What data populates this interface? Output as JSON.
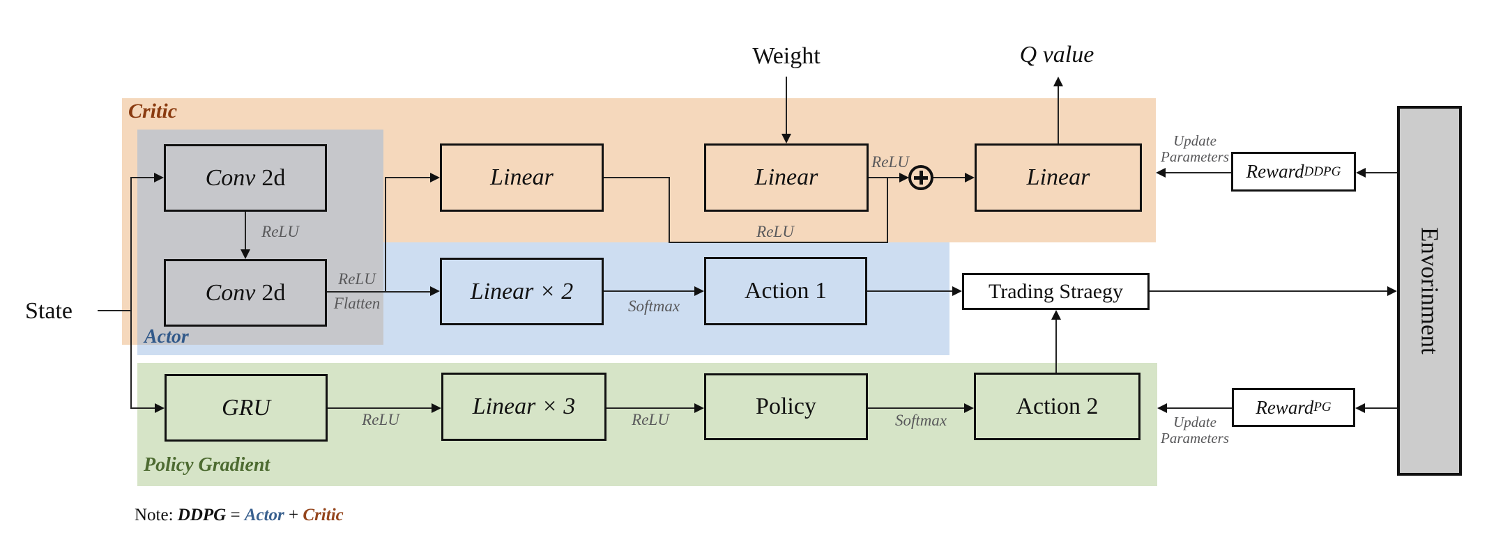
{
  "labels": {
    "weight": "Weight",
    "q_value": "Q value",
    "state": "State"
  },
  "regions": {
    "critic": {
      "label": "Critic",
      "color": "#f5d8bc",
      "label_color": "#8a3b10"
    },
    "actor": {
      "label": "Actor",
      "color": "#cdddf1",
      "label_color": "#31598a"
    },
    "policy_gradient": {
      "label": "Policy Gradient",
      "color": "#d6e4c7",
      "label_color": "#4d6b31"
    },
    "actor_net_background": {
      "color": "#c6c7cb"
    },
    "environment": {
      "label": "Envorinment",
      "color": "#cccccc"
    }
  },
  "nodes": {
    "conv1": {
      "italic": "Conv",
      "roman": "2d"
    },
    "conv2": {
      "italic": "Conv",
      "roman": "2d"
    },
    "linear_critic1": {
      "label": "Linear"
    },
    "linear_critic2": {
      "label": "Linear"
    },
    "linear_critic3": {
      "label": "Linear"
    },
    "linear_x2": {
      "label": "Linear × 2"
    },
    "action1": {
      "label": "Action 1"
    },
    "gru": {
      "label": "GRU"
    },
    "linear_x3": {
      "label": "Linear × 3"
    },
    "policy": {
      "label": "Policy"
    },
    "action2": {
      "label": "Action 2"
    },
    "trading_strategy": {
      "label": "Trading Straegy"
    }
  },
  "rewards": {
    "ddpg": {
      "base": "Reward",
      "sub": "DDPG"
    },
    "pg": {
      "base": "Reward",
      "sub": "PG"
    }
  },
  "edge_labels": {
    "relu_conv": "ReLU",
    "relu_flatten_top": "ReLU",
    "flatten": "Flatten",
    "relu_critic_path": "ReLU",
    "relu_sum": "ReLU",
    "softmax_actor": "Softmax",
    "relu_gru": "ReLU",
    "relu_linear3": "ReLU",
    "softmax_pg": "Softmax",
    "update_parameters_top": [
      "Update",
      "Parameters"
    ],
    "update_parameters_bottom": [
      "Update",
      "Parameters"
    ]
  },
  "note": {
    "prefix": "Note: ",
    "ddpg": "DDPG",
    "equals": " = ",
    "actor": "Actor",
    "plus": " + ",
    "critic": "Critic"
  }
}
